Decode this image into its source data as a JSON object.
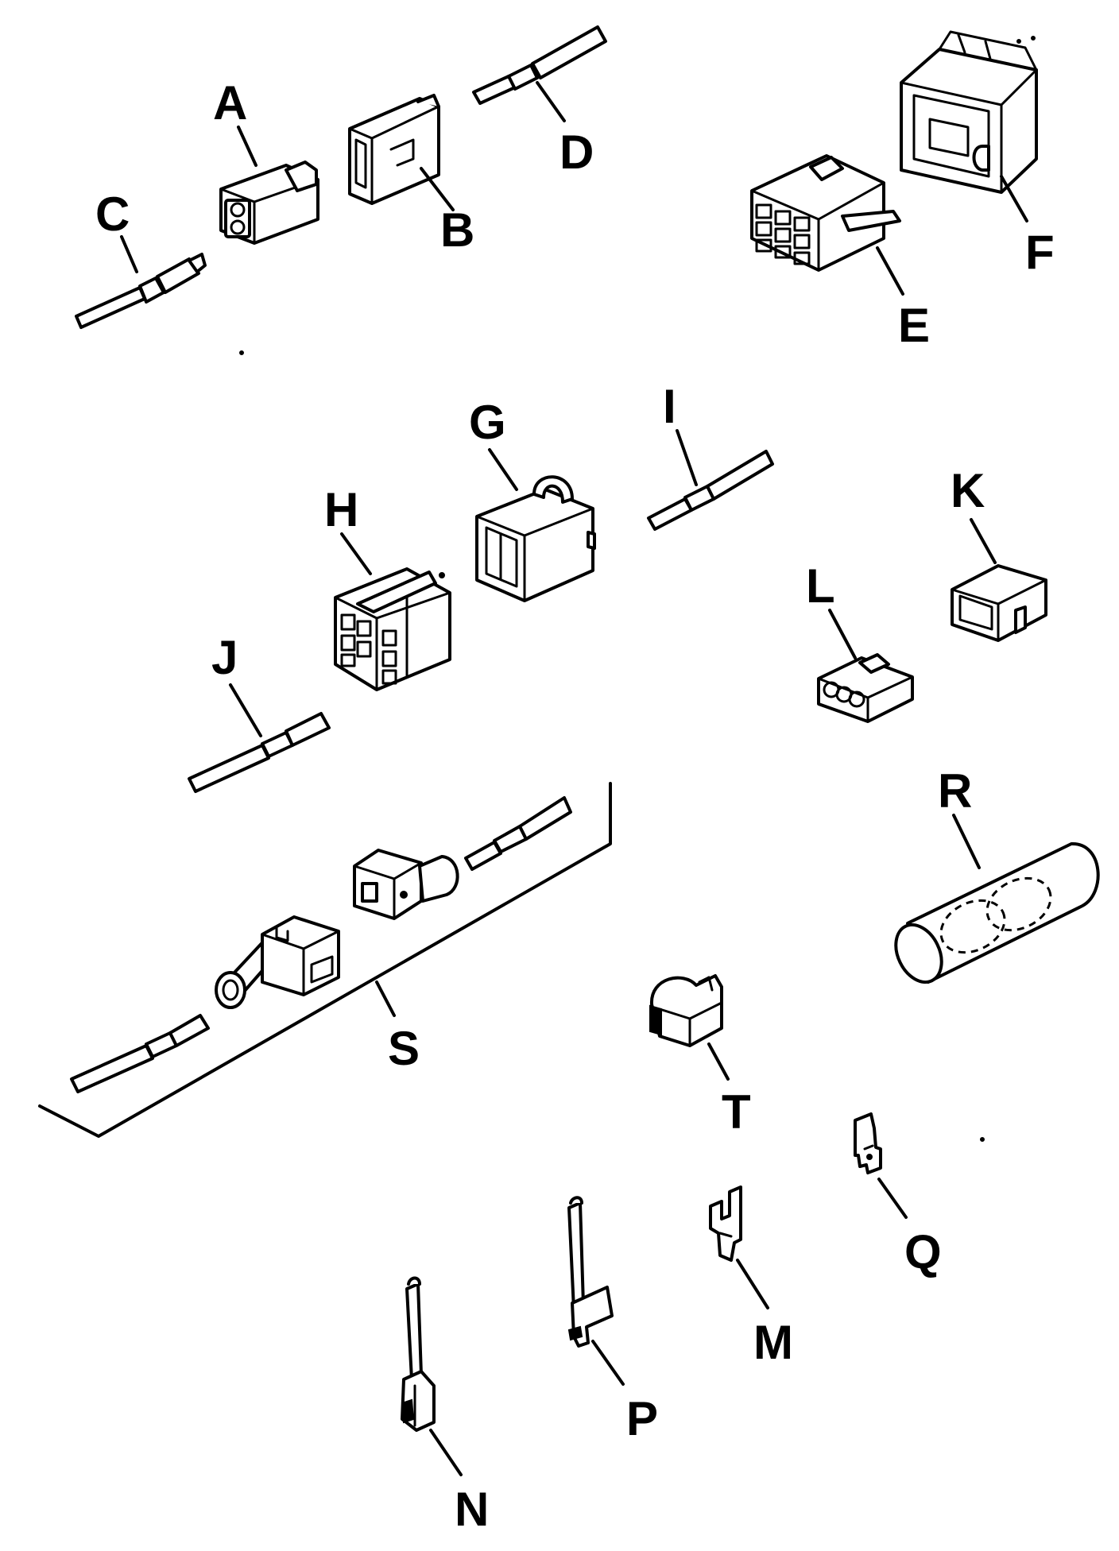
{
  "callouts": {
    "A": "A",
    "B": "B",
    "C": "C",
    "D": "D",
    "E": "E",
    "F": "F",
    "G": "G",
    "H": "H",
    "I": "I",
    "J": "J",
    "K": "K",
    "L": "L",
    "M": "M",
    "N": "N",
    "P": "P",
    "Q": "Q",
    "R": "R",
    "S": "S",
    "T": "T"
  },
  "colors": {
    "ink": "#000000",
    "paper": "#ffffff"
  }
}
